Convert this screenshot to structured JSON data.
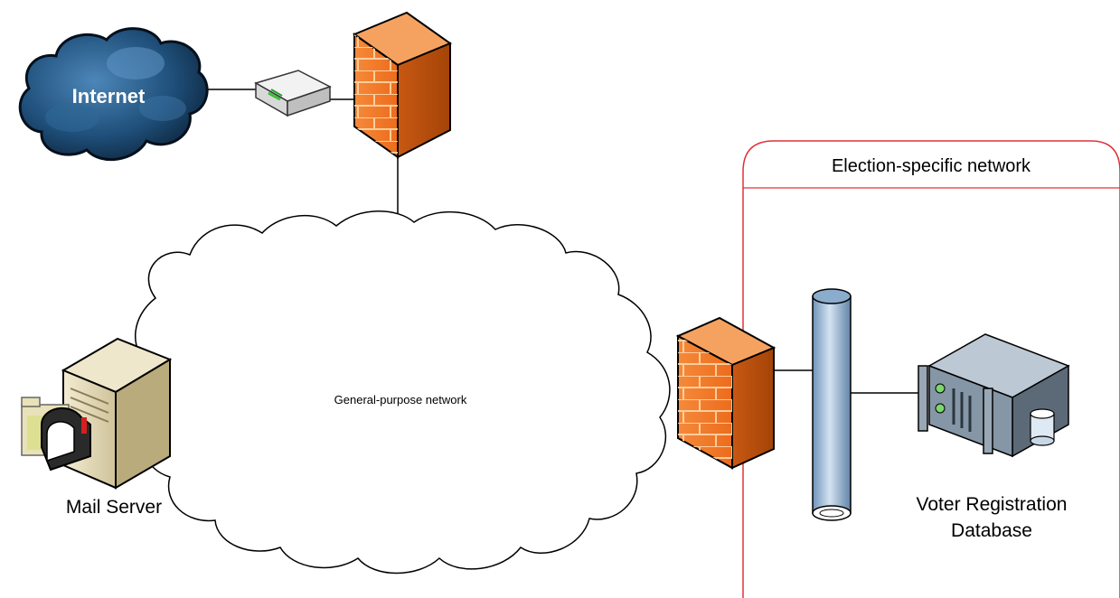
{
  "internet": {
    "label": "Internet"
  },
  "general_network": {
    "label": "General-purpose network"
  },
  "mail_server": {
    "label": "Mail Server"
  },
  "election_zone": {
    "title": "Election-specific network"
  },
  "voter_db": {
    "label_line1": "Voter Registration",
    "label_line2": "Database"
  },
  "colors": {
    "firewall_orange": "#f07a2a",
    "zone_border": "#e0303a",
    "cloud_blue": "#1f4f7a",
    "pipe_blue": "#a9c3dc"
  }
}
